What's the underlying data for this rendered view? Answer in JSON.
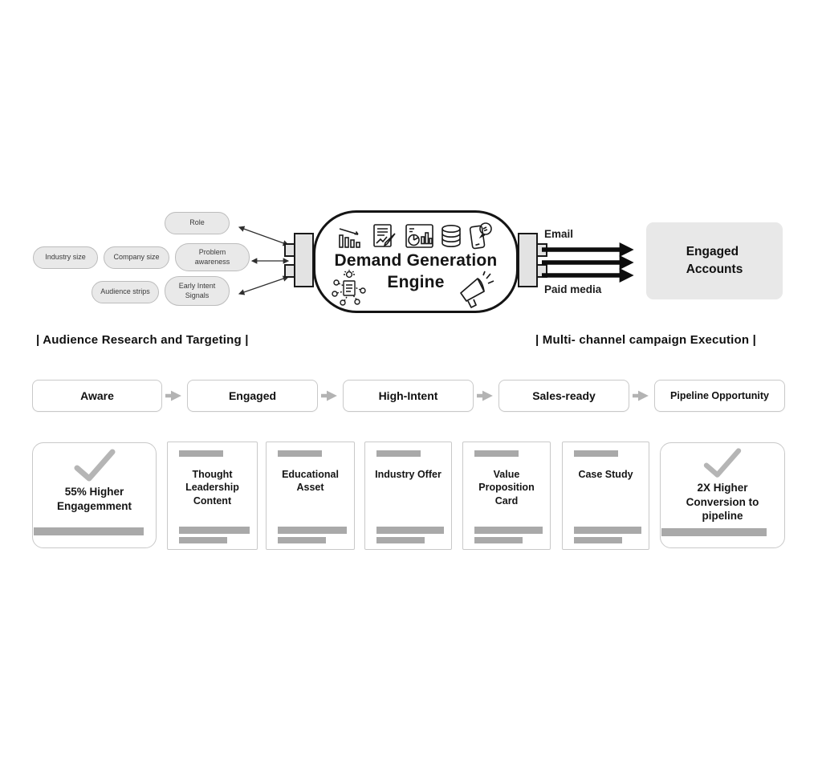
{
  "audience": {
    "section_label": "|  Audience Research and Targeting  |",
    "bubbles": [
      {
        "label": "Role"
      },
      {
        "label": "Industry size"
      },
      {
        "label": "Company size"
      },
      {
        "label": "Problem awareness"
      },
      {
        "label": "Audience strips"
      },
      {
        "label": "Early Intent Signals"
      }
    ]
  },
  "engine": {
    "title_line1": "Demand Generation",
    "title_line2": "Engine",
    "icons": [
      "declining-bar-chart-icon",
      "report-pencil-icon",
      "analytics-dashboard-icon",
      "database-icon",
      "mobile-engagement-icon",
      "content-automation-icon",
      "megaphone-icon"
    ]
  },
  "execution": {
    "section_label": "|  Multi- channel campaign Execution  |",
    "email_label": "Email",
    "paid_media_label": "Paid media",
    "target_line1": "Engaged",
    "target_line2": "Accounts"
  },
  "funnel": {
    "stages": [
      "Aware",
      "Engaged",
      "High-Intent",
      "Sales-ready",
      "Pipeline Opportunity"
    ]
  },
  "cards": [
    {
      "type": "metric",
      "label": "55% Higher Engagemment"
    },
    {
      "type": "document",
      "label": "Thought Leadership Content"
    },
    {
      "type": "document",
      "label": "Educational Asset"
    },
    {
      "type": "document",
      "label": "Industry Offer"
    },
    {
      "type": "document",
      "label": "Value Proposition Card"
    },
    {
      "type": "document",
      "label": "Case Study"
    },
    {
      "type": "metric",
      "label": "2X Higher Conversion to pipeline"
    }
  ],
  "colors": {
    "bubble_fill": "#e9e9e9",
    "panel_fill": "#e8e8e8",
    "bar_gray": "#a9a9a9",
    "check_gray": "#b5b5b5",
    "funnel_arrow_gray": "#b3b3b3",
    "ink": "#151515"
  }
}
